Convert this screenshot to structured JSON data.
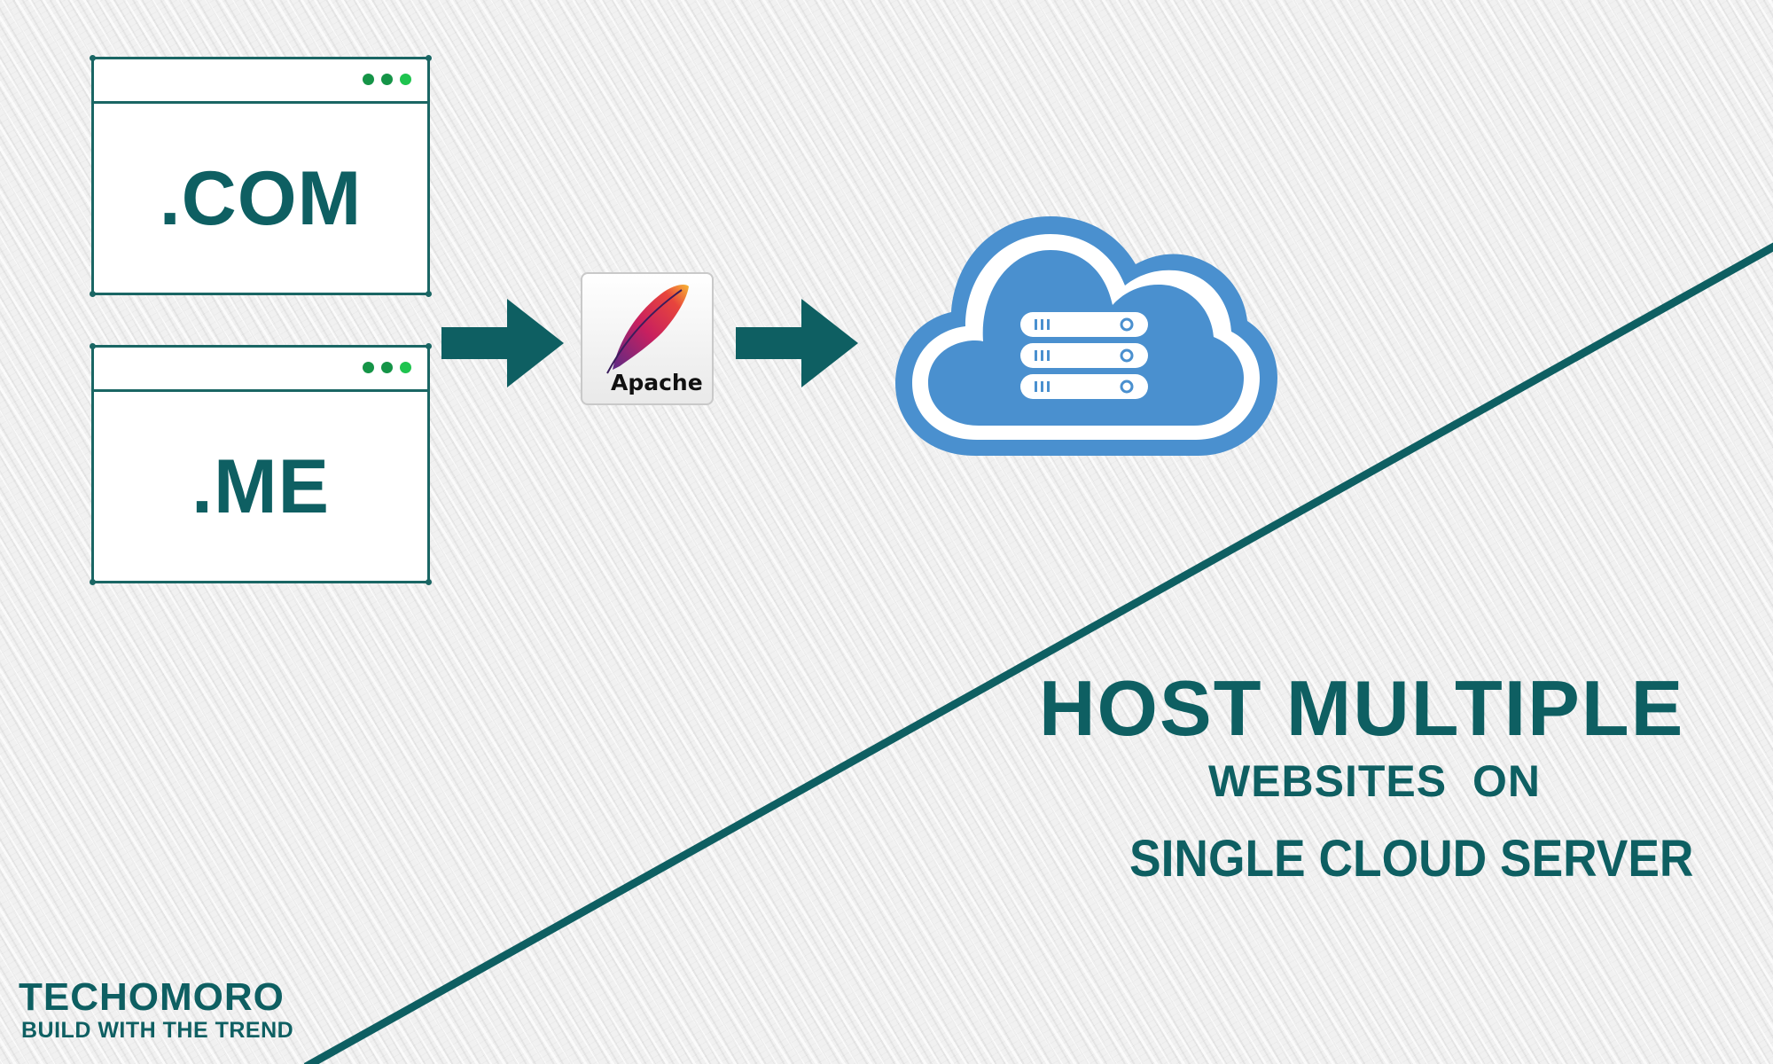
{
  "domains": [
    {
      "label": ".COM"
    },
    {
      "label": ".ME"
    }
  ],
  "apache": {
    "label": "Apache"
  },
  "headline": {
    "line1": "HOST MULTIPLE",
    "line2": "WEBSITES  ON",
    "line3": "SINGLE CLOUD SERVER"
  },
  "brand": {
    "name": "TECHOMORO",
    "tagline": "BUILD WITH THE TREND"
  },
  "colors": {
    "primary": "#0e5f62",
    "cloud": "#4a90cf",
    "dot_dark": "#159447",
    "dot_light": "#1fc44f"
  },
  "icons": {
    "arrow": "right-arrow-icon",
    "apache": "apache-feather-icon",
    "cloud": "cloud-server-icon"
  }
}
